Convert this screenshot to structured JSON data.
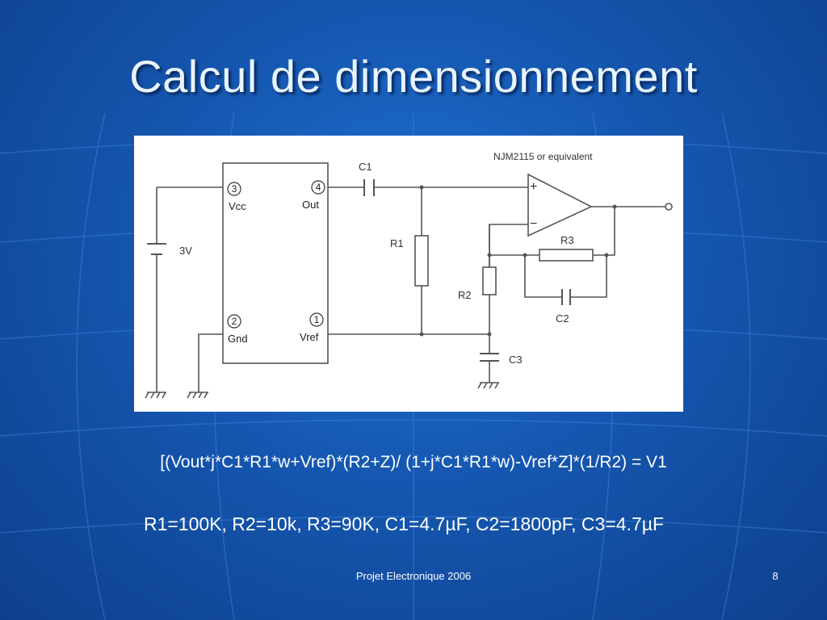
{
  "slide": {
    "title": "Calcul de dimensionnement",
    "formula": "[(Vout*j*C1*R1*w+Vref)*(R2+Z)/ (1+j*C1*R1*w)-Vref*Z]*(1/R2) = V1",
    "values": "R1=100K, R2=10k, R3=90K, C1=4.7µF, C2=1800pF, C3=4.7µF",
    "footer": "Projet Electronique 2006",
    "page_number": "8"
  },
  "diagram": {
    "opamp_note": "NJM2115 or equivalent",
    "battery_label": "3V",
    "chip": {
      "pins": [
        {
          "num": "3",
          "name": "Vcc"
        },
        {
          "num": "4",
          "name": "Out"
        },
        {
          "num": "2",
          "name": "Gnd"
        },
        {
          "num": "1",
          "name": "Vref"
        }
      ]
    },
    "components": {
      "c1": "C1",
      "c2": "C2",
      "c3": "C3",
      "r1": "R1",
      "r2": "R2",
      "r3": "R3",
      "plus": "+",
      "minus": "−"
    }
  },
  "colors": {
    "background": "#1557b0",
    "title": "#e8f4ff",
    "wire": "#555555",
    "text": "#ffffff"
  }
}
